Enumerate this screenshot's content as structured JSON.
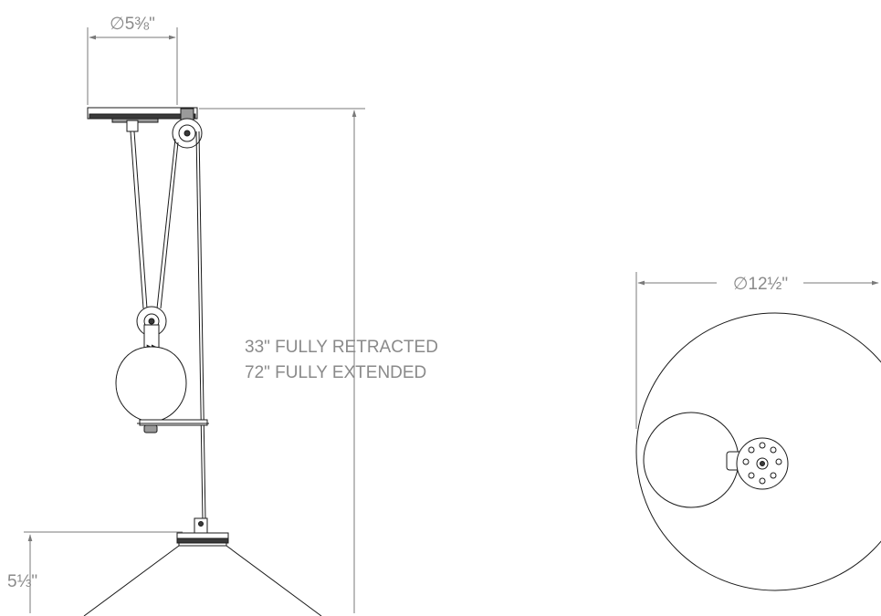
{
  "dimensions": {
    "canopy_diameter": "∅5⅜\"",
    "height_retracted": "33\" FULLY RETRACTED",
    "height_extended": "72\" FULLY EXTENDED",
    "shade_diameter": "∅12½\"",
    "shade_height": "5⅓\""
  },
  "colors": {
    "dimension_text": "#8a8a8a",
    "line_work": "#1a1a1a"
  }
}
